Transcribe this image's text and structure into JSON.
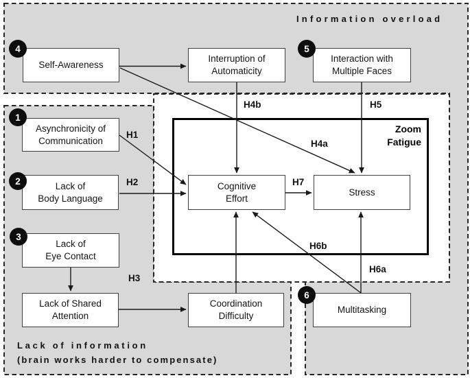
{
  "regions": {
    "information_overload": {
      "title": "Information overload"
    },
    "lack_of_information": {
      "title": "Lack of information",
      "subtitle": "(brain works harder to compensate)"
    },
    "zoom_fatigue": {
      "title_line1": "Zoom",
      "title_line2": "Fatigue"
    }
  },
  "boxes": {
    "asynchronicity": {
      "number": "1",
      "line1": "Asynchronicity of",
      "line2": "Communication"
    },
    "body_language": {
      "number": "2",
      "line1": "Lack of",
      "line2": "Body Language"
    },
    "eye_contact": {
      "number": "3",
      "line1": "Lack of",
      "line2": "Eye Contact"
    },
    "self_awareness": {
      "number": "4",
      "line1": "Self-Awareness"
    },
    "interaction_multiple_faces": {
      "number": "5",
      "line1": "Interaction with",
      "line2": "Multiple Faces"
    },
    "multitasking": {
      "number": "6",
      "line1": "Multitasking"
    },
    "interruption_automaticity": {
      "line1": "Interruption of",
      "line2": "Automaticity"
    },
    "shared_attention": {
      "line1": "Lack of Shared",
      "line2": "Attention"
    },
    "coordination_difficulty": {
      "line1": "Coordination",
      "line2": "Difficulty"
    },
    "cognitive_effort": {
      "line1": "Cognitive",
      "line2": "Effort"
    },
    "stress": {
      "line1": "Stress"
    }
  },
  "hypotheses": {
    "h1": "H1",
    "h2": "H2",
    "h3": "H3",
    "h4a": "H4a",
    "h4b": "H4b",
    "h5": "H5",
    "h6a": "H6a",
    "h6b": "H6b",
    "h7": "H7"
  },
  "colors": {
    "region_fill": "#d8d8d8",
    "region_dash": "#262626",
    "box_border": "#404040",
    "arrow": "#1a1a1a",
    "badge_fill": "#0d0d0d",
    "badge_text": "#ffffff"
  }
}
